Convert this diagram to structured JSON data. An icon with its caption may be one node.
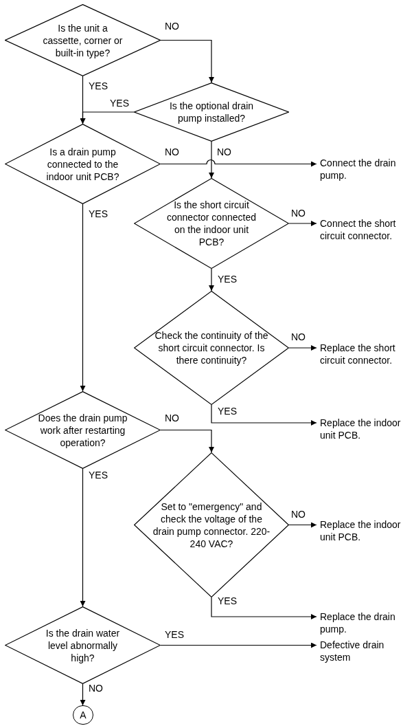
{
  "diagram": {
    "nodes": [
      {
        "text": [
          "Is the unit a cassette, corner or built-in type?"
        ]
      },
      {
        "text": [
          "Is the optional drain pump installed?"
        ]
      },
      {
        "text": [
          "Is a drain pump connected to the indoor unit PCB?"
        ]
      },
      {
        "text": [
          "Connect the drain pump."
        ]
      },
      {
        "text": [
          "Is the short circuit connector connected on the indoor unit PCB?"
        ]
      },
      {
        "text": [
          "Connect the short circuit connector."
        ]
      },
      {
        "text": [
          "Check the continuity of the short circuit connector. Is there continuity?"
        ]
      },
      {
        "text": [
          "Replace the short circuit connector."
        ]
      },
      {
        "text": [
          "Does the drain pump work after restarting operation?"
        ]
      },
      {
        "text": [
          "Replace the indoor unit PCB."
        ]
      },
      {
        "text": [
          "Set to \"emergency\" and check the voltage of the drain pump connector. 220-240 VAC?"
        ]
      },
      {
        "text": [
          "Replace the indoor unit PCB."
        ]
      },
      {
        "text": [
          "Replace the drain pump."
        ]
      },
      {
        "text": [
          "Is the drain water level abnormally high?"
        ]
      },
      {
        "text": [
          "Defective drain system"
        ]
      },
      {
        "text": [
          "A"
        ]
      }
    ],
    "edges": [
      {
        "from": 0,
        "to": 1,
        "arrow": "to",
        "label": "NO"
      },
      {
        "from": 0,
        "to": 2,
        "arrow": "to",
        "label": "YES"
      },
      {
        "from": 1,
        "to": 2,
        "arrow": "to",
        "label": "YES"
      },
      {
        "from": 2,
        "to": 3,
        "arrow": "to",
        "label": "NO"
      },
      {
        "from": 1,
        "to": 4,
        "arrow": "to",
        "label": "NO"
      },
      {
        "from": 4,
        "to": 5,
        "arrow": "to",
        "label": "NO"
      },
      {
        "from": 4,
        "to": 6,
        "arrow": "to",
        "label": "YES"
      },
      {
        "from": 6,
        "to": 7,
        "arrow": "to",
        "label": "NO"
      },
      {
        "from": 2,
        "to": 8,
        "arrow": "to",
        "label": "YES"
      },
      {
        "from": 6,
        "to": 9,
        "arrow": "to",
        "label": "YES"
      },
      {
        "from": 8,
        "to": 10,
        "arrow": "to",
        "label": "NO"
      },
      {
        "from": 8,
        "to": 13,
        "arrow": "to",
        "label": "YES"
      },
      {
        "from": 10,
        "to": 11,
        "arrow": "to",
        "label": "NO"
      },
      {
        "from": 10,
        "to": 12,
        "arrow": "to",
        "label": "YES"
      },
      {
        "from": 13,
        "to": 14,
        "arrow": "to",
        "label": "YES"
      },
      {
        "from": 13,
        "to": 15,
        "arrow": "to",
        "label": "NO"
      }
    ]
  }
}
